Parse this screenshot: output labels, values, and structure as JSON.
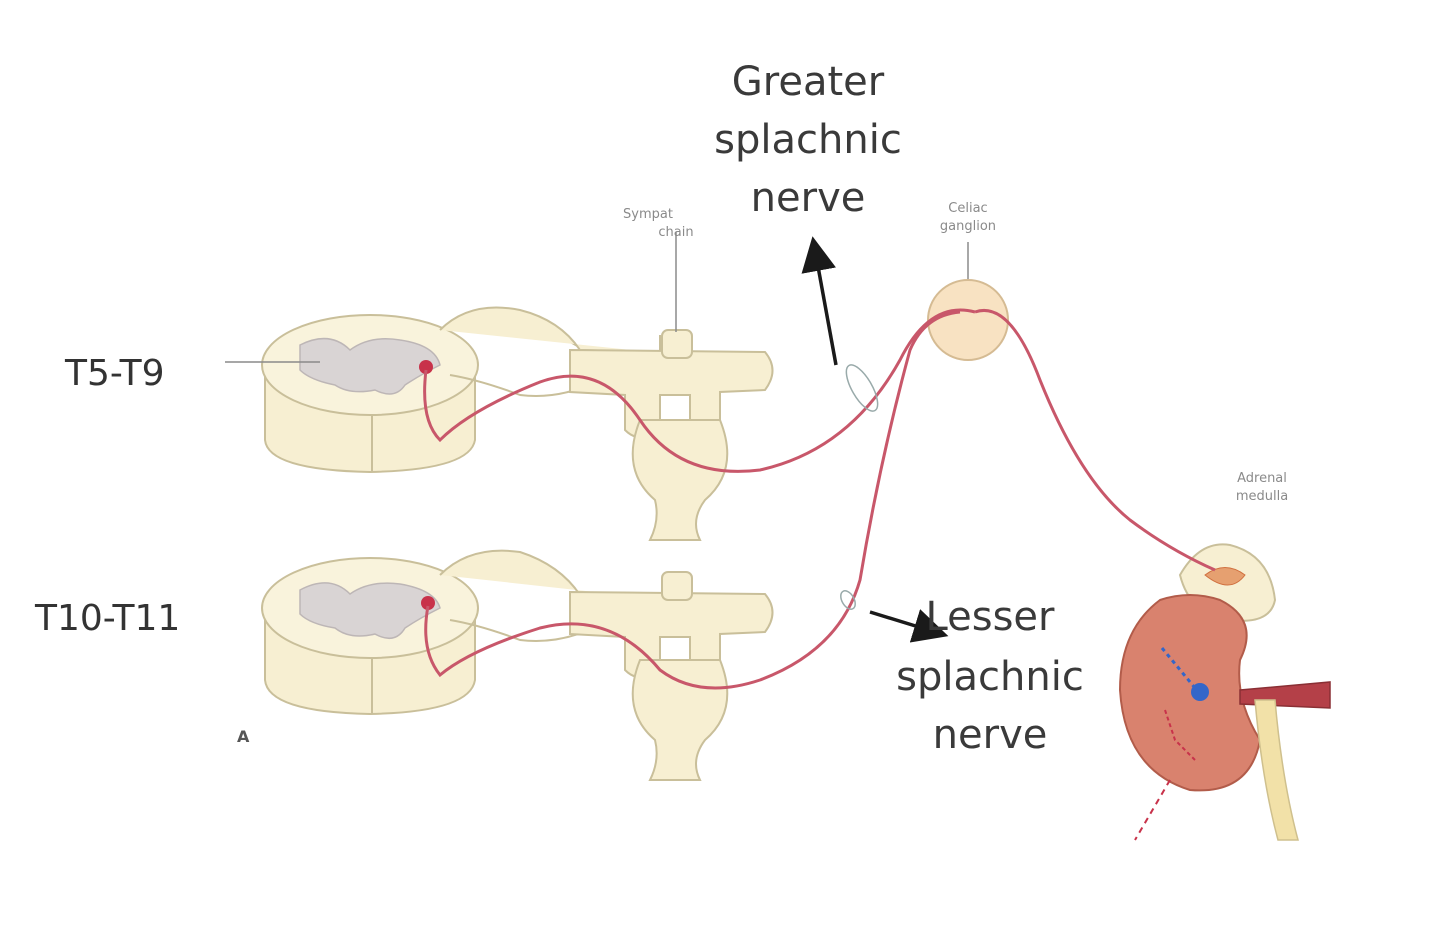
{
  "labels": {
    "greater": [
      "Greater",
      "splachnic",
      "nerve"
    ],
    "lesser": [
      "Lesser",
      "splachnic",
      "nerve"
    ],
    "level_top": "T5-T9",
    "level_bottom": "T10-T11",
    "symp_chain": [
      "Sympat",
      "chain"
    ],
    "celiac": [
      "Celiac",
      "ganglion"
    ],
    "adrenal": [
      "Adrenal",
      "medulla"
    ],
    "panel": "A"
  },
  "colors": {
    "tissue": "#f7efd2",
    "tissue_stroke": "#c9bf9a",
    "gray_matter": "#d9d4d4",
    "nerve": "#c8576a",
    "kidney": "#d9826e",
    "kidney_stroke": "#b25c4a",
    "arrow": "#1a1a1a",
    "blue_cell": "#3466c9"
  }
}
